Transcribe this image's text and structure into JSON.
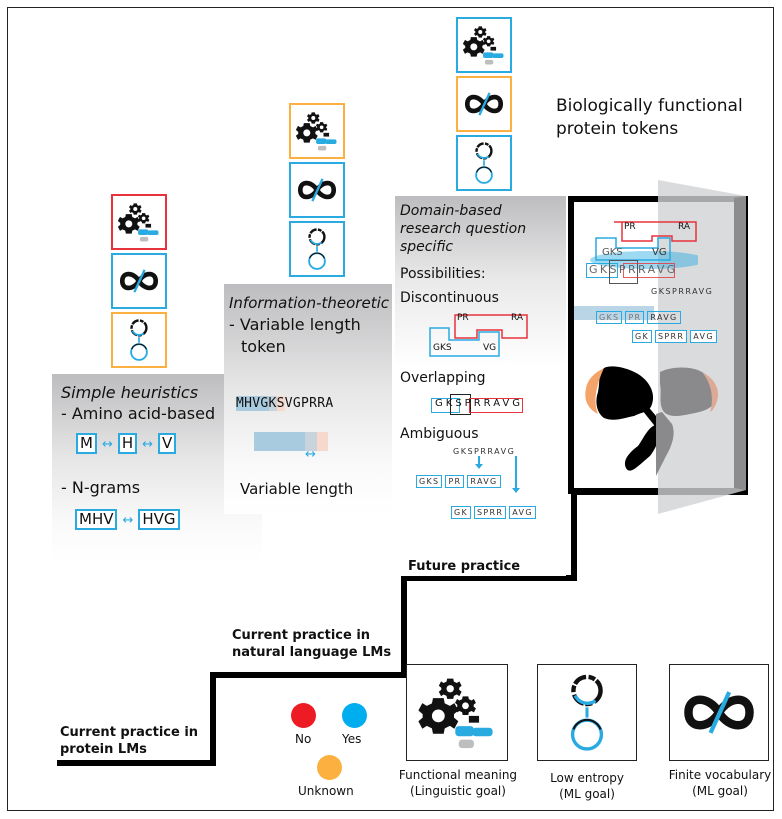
{
  "title": "Biologically functional protein tokens",
  "title_lines": [
    "Biologically functional",
    "protein tokens"
  ],
  "colors": {
    "no": "#e8323c",
    "yes": "#29abe2",
    "unknown": "#fbb040"
  },
  "stages": [
    {
      "name": "Current practice in protein LMs",
      "label_lines": [
        "Current practice in",
        "protein LMs"
      ],
      "criteria": {
        "functional_meaning": "no",
        "finite_vocabulary": "yes",
        "low_entropy": "unknown"
      },
      "panel": {
        "heading": "Simple heuristics",
        "items": [
          {
            "label": "- Amino acid-based",
            "tokens": [
              "M",
              "H",
              "V"
            ]
          },
          {
            "label": "- N-grams",
            "tokens": [
              "MHV",
              "HVG"
            ]
          }
        ]
      }
    },
    {
      "name": "Current practice in natural language LMs",
      "label_lines": [
        "Current practice in",
        "natural language LMs"
      ],
      "criteria": {
        "functional_meaning": "unknown",
        "finite_vocabulary": "yes",
        "low_entropy": "yes"
      },
      "panel": {
        "heading": "Information-theoretic",
        "items": [
          {
            "label": "- Variable length",
            "label2": "token"
          }
        ],
        "sequence_parts": [
          "MHVG",
          "K",
          "S",
          "VGPRRA"
        ],
        "caption": "Variable length"
      }
    },
    {
      "name": "Future practice",
      "label_lines": [
        "Future practice"
      ],
      "criteria": {
        "functional_meaning": "yes",
        "finite_vocabulary": "unknown",
        "low_entropy": "yes"
      },
      "panel": {
        "heading_lines": [
          "Domain-based",
          "research question",
          "specific"
        ],
        "possibilities_label": "Possibilities:",
        "discontinuous": {
          "label": "Discontinuous",
          "red": [
            "PR",
            "RA"
          ],
          "blue": [
            "GKS",
            "VG"
          ]
        },
        "overlapping": {
          "label": "Overlapping",
          "letters": [
            "G",
            "K",
            "S",
            "P",
            "R",
            "R",
            "A",
            "V",
            "G"
          ]
        },
        "ambiguous": {
          "label": "Ambiguous",
          "sequence": "GKSPRRAVG",
          "segmentation_a": [
            "GKS",
            "PR",
            "RAVG"
          ],
          "segmentation_b": [
            "GK",
            "SPRR",
            "AVG"
          ]
        }
      }
    }
  ],
  "legend": [
    {
      "key": "no",
      "label": "No"
    },
    {
      "key": "yes",
      "label": "Yes"
    },
    {
      "key": "unknown",
      "label": "Unknown"
    }
  ],
  "goals": [
    {
      "icon": "gears-speech-icon",
      "lines": [
        "Functional meaning",
        "(Linguistic goal)"
      ]
    },
    {
      "icon": "low-entropy-icon",
      "lines": [
        "Low entropy",
        "(ML goal)"
      ]
    },
    {
      "icon": "infinity-crossed-icon",
      "lines": [
        "Finite vocabulary",
        "(ML goal)"
      ]
    }
  ],
  "book": {
    "discontinuous": {
      "red": [
        "PR",
        "RA"
      ],
      "blue": [
        "GKS",
        "VG"
      ]
    },
    "overlapping": "GKSPRRAVG",
    "ambiguous": {
      "sequence": "GKSPRRAVG",
      "segmentation_a": [
        "GKS",
        "PR",
        "RAVG"
      ],
      "segmentation_b": [
        "GK",
        "SPRR",
        "AVG"
      ]
    }
  }
}
